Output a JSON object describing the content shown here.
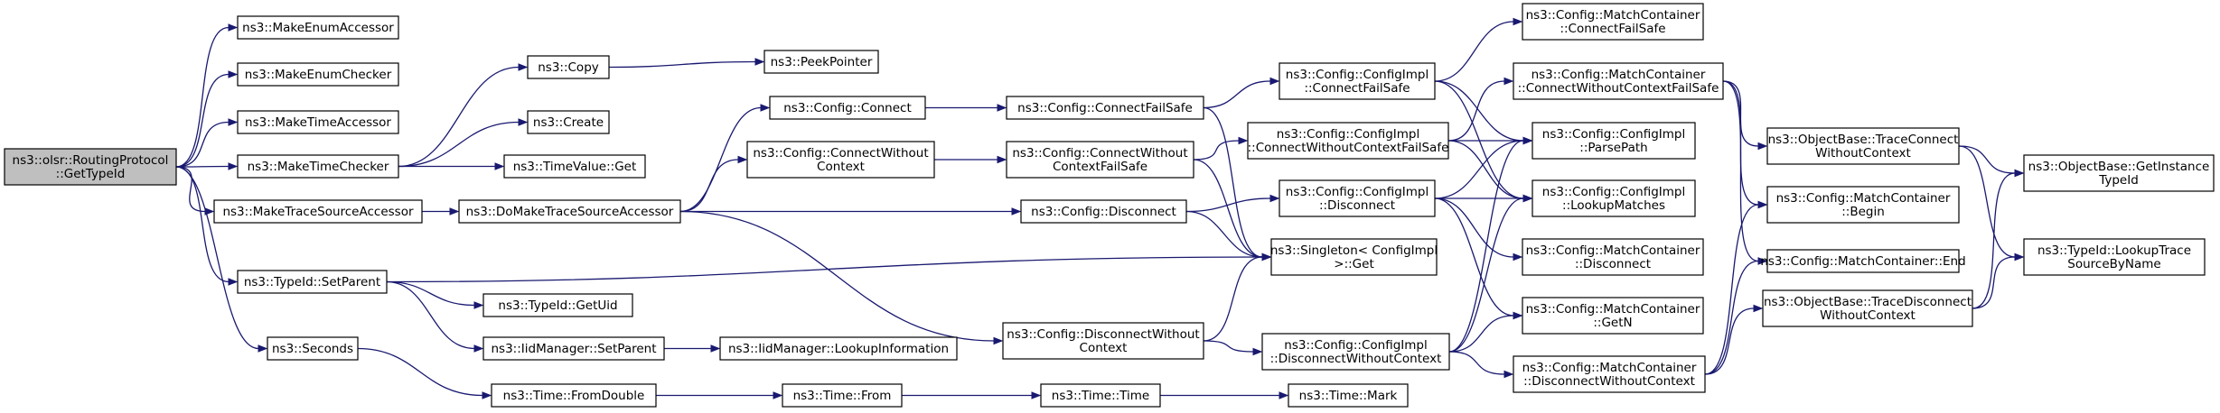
{
  "graph": {
    "type": "call-graph",
    "colors": {
      "edge": "#191970",
      "node_border": "#000000",
      "root_fill": "#bfbfbf",
      "node_fill": "#ffffff"
    },
    "nodes": [
      {
        "id": "root",
        "lines": [
          "ns3::olsr::RoutingProtocol",
          "::GetTypeId"
        ],
        "root": true
      },
      {
        "id": "mkEnumAcc",
        "lines": [
          "ns3::MakeEnumAccessor"
        ]
      },
      {
        "id": "mkEnumChk",
        "lines": [
          "ns3::MakeEnumChecker"
        ]
      },
      {
        "id": "mkTimeAcc",
        "lines": [
          "ns3::MakeTimeAccessor"
        ]
      },
      {
        "id": "mkTimeChk",
        "lines": [
          "ns3::MakeTimeChecker"
        ]
      },
      {
        "id": "mkTSA",
        "lines": [
          "ns3::MakeTraceSourceAccessor"
        ]
      },
      {
        "id": "tidSetParent",
        "lines": [
          "ns3::TypeId::SetParent"
        ]
      },
      {
        "id": "seconds",
        "lines": [
          "ns3::Seconds"
        ]
      },
      {
        "id": "copy",
        "lines": [
          "ns3::Copy"
        ]
      },
      {
        "id": "create",
        "lines": [
          "ns3::Create"
        ]
      },
      {
        "id": "tvGet",
        "lines": [
          "ns3::TimeValue::Get"
        ]
      },
      {
        "id": "peek",
        "lines": [
          "ns3::PeekPointer"
        ]
      },
      {
        "id": "doMTSA",
        "lines": [
          "ns3::DoMakeTraceSourceAccessor"
        ]
      },
      {
        "id": "getUid",
        "lines": [
          "ns3::TypeId::GetUid"
        ]
      },
      {
        "id": "iidSetParent",
        "lines": [
          "ns3::IidManager::SetParent"
        ]
      },
      {
        "id": "iidLookup",
        "lines": [
          "ns3::IidManager::LookupInformation"
        ]
      },
      {
        "id": "fromDouble",
        "lines": [
          "ns3::Time::FromDouble"
        ]
      },
      {
        "id": "timeFrom",
        "lines": [
          "ns3::Time::From"
        ]
      },
      {
        "id": "timeTime",
        "lines": [
          "ns3::Time::Time"
        ]
      },
      {
        "id": "timeMark",
        "lines": [
          "ns3::Time::Mark"
        ]
      },
      {
        "id": "cfgConnect",
        "lines": [
          "ns3::Config::Connect"
        ]
      },
      {
        "id": "cfgConnectWO",
        "lines": [
          "ns3::Config::ConnectWithout",
          "Context"
        ]
      },
      {
        "id": "cfgDisconnect",
        "lines": [
          "ns3::Config::Disconnect"
        ]
      },
      {
        "id": "cfgDisconnectWO",
        "lines": [
          "ns3::Config::DisconnectWithout",
          "Context"
        ]
      },
      {
        "id": "cfgConnectFS",
        "lines": [
          "ns3::Config::ConnectFailSafe"
        ]
      },
      {
        "id": "cfgConnectWOFS",
        "lines": [
          "ns3::Config::ConnectWithout",
          "ContextFailSafe"
        ]
      },
      {
        "id": "implConnectFS",
        "lines": [
          "ns3::Config::ConfigImpl",
          "::ConnectFailSafe"
        ]
      },
      {
        "id": "implConnectWOFS",
        "lines": [
          "ns3::Config::ConfigImpl",
          "::ConnectWithoutContextFailSafe"
        ]
      },
      {
        "id": "implDisconnect",
        "lines": [
          "ns3::Config::ConfigImpl",
          "::Disconnect"
        ]
      },
      {
        "id": "singleton",
        "lines": [
          "ns3::Singleton< ConfigImpl",
          " >::Get"
        ]
      },
      {
        "id": "implDisconnectWO",
        "lines": [
          "ns3::Config::ConfigImpl",
          "::DisconnectWithoutContext"
        ]
      },
      {
        "id": "mcConnectFS",
        "lines": [
          "ns3::Config::MatchContainer",
          "::ConnectFailSafe"
        ]
      },
      {
        "id": "mcConnectWOFS",
        "lines": [
          "ns3::Config::MatchContainer",
          "::ConnectWithoutContextFailSafe"
        ]
      },
      {
        "id": "parsePath",
        "lines": [
          "ns3::Config::ConfigImpl",
          "::ParsePath"
        ]
      },
      {
        "id": "lookupMatches",
        "lines": [
          "ns3::Config::ConfigImpl",
          "::LookupMatches"
        ]
      },
      {
        "id": "mcDisconnect",
        "lines": [
          "ns3::Config::MatchContainer",
          "::Disconnect"
        ]
      },
      {
        "id": "mcGetN",
        "lines": [
          "ns3::Config::MatchContainer",
          "::GetN"
        ]
      },
      {
        "id": "mcDisconnectWO",
        "lines": [
          "ns3::Config::MatchContainer",
          "::DisconnectWithoutContext"
        ]
      },
      {
        "id": "obTraceConnectWO",
        "lines": [
          "ns3::ObjectBase::TraceConnect",
          "WithoutContext"
        ]
      },
      {
        "id": "mcBegin",
        "lines": [
          "ns3::Config::MatchContainer",
          "::Begin"
        ]
      },
      {
        "id": "mcEnd",
        "lines": [
          "ns3::Config::MatchContainer::End"
        ]
      },
      {
        "id": "obTraceDisconnectWO",
        "lines": [
          "ns3::ObjectBase::TraceDisconnect",
          "WithoutContext"
        ]
      },
      {
        "id": "obGetInstance",
        "lines": [
          "ns3::ObjectBase::GetInstance",
          "TypeId"
        ]
      },
      {
        "id": "tidLookupTrace",
        "lines": [
          "ns3::TypeId::LookupTrace",
          "SourceByName"
        ]
      }
    ],
    "edges": [
      [
        "root",
        "mkEnumAcc"
      ],
      [
        "root",
        "mkEnumChk"
      ],
      [
        "root",
        "mkTimeAcc"
      ],
      [
        "root",
        "mkTimeChk"
      ],
      [
        "root",
        "mkTSA"
      ],
      [
        "root",
        "tidSetParent"
      ],
      [
        "root",
        "seconds"
      ],
      [
        "mkTimeChk",
        "copy"
      ],
      [
        "mkTimeChk",
        "create"
      ],
      [
        "mkTimeChk",
        "tvGet"
      ],
      [
        "copy",
        "peek"
      ],
      [
        "mkTSA",
        "doMTSA"
      ],
      [
        "doMTSA",
        "cfgConnect"
      ],
      [
        "doMTSA",
        "cfgConnectWO"
      ],
      [
        "doMTSA",
        "cfgDisconnect"
      ],
      [
        "doMTSA",
        "cfgDisconnectWO"
      ],
      [
        "tidSetParent",
        "singleton"
      ],
      [
        "tidSetParent",
        "getUid"
      ],
      [
        "tidSetParent",
        "iidSetParent"
      ],
      [
        "iidSetParent",
        "iidLookup"
      ],
      [
        "seconds",
        "fromDouble"
      ],
      [
        "fromDouble",
        "timeFrom"
      ],
      [
        "timeFrom",
        "timeTime"
      ],
      [
        "timeTime",
        "timeMark"
      ],
      [
        "cfgConnect",
        "cfgConnectFS"
      ],
      [
        "cfgConnectWO",
        "cfgConnectWOFS"
      ],
      [
        "cfgConnectFS",
        "implConnectFS"
      ],
      [
        "cfgConnectFS",
        "singleton"
      ],
      [
        "cfgConnectWOFS",
        "implConnectWOFS"
      ],
      [
        "cfgConnectWOFS",
        "singleton"
      ],
      [
        "cfgDisconnect",
        "implDisconnect"
      ],
      [
        "cfgDisconnect",
        "singleton"
      ],
      [
        "cfgDisconnectWO",
        "singleton"
      ],
      [
        "cfgDisconnectWO",
        "implDisconnectWO"
      ],
      [
        "implConnectFS",
        "mcConnectFS"
      ],
      [
        "implConnectFS",
        "parsePath"
      ],
      [
        "implConnectFS",
        "lookupMatches"
      ],
      [
        "implConnectWOFS",
        "mcConnectWOFS"
      ],
      [
        "implConnectWOFS",
        "parsePath"
      ],
      [
        "implConnectWOFS",
        "lookupMatches"
      ],
      [
        "implDisconnect",
        "parsePath"
      ],
      [
        "implDisconnect",
        "lookupMatches"
      ],
      [
        "implDisconnect",
        "mcDisconnect"
      ],
      [
        "implDisconnect",
        "mcGetN"
      ],
      [
        "implDisconnectWO",
        "parsePath"
      ],
      [
        "implDisconnectWO",
        "lookupMatches"
      ],
      [
        "implDisconnectWO",
        "mcGetN"
      ],
      [
        "implDisconnectWO",
        "mcDisconnectWO"
      ],
      [
        "mcConnectWOFS",
        "obTraceConnectWO"
      ],
      [
        "mcConnectWOFS",
        "mcBegin"
      ],
      [
        "mcConnectWOFS",
        "mcEnd"
      ],
      [
        "mcDisconnectWO",
        "obTraceDisconnectWO"
      ],
      [
        "mcDisconnectWO",
        "mcBegin"
      ],
      [
        "mcDisconnectWO",
        "mcEnd"
      ],
      [
        "obTraceConnectWO",
        "obGetInstance"
      ],
      [
        "obTraceConnectWO",
        "tidLookupTrace"
      ],
      [
        "obTraceDisconnectWO",
        "obGetInstance"
      ],
      [
        "obTraceDisconnectWO",
        "tidLookupTrace"
      ]
    ]
  }
}
